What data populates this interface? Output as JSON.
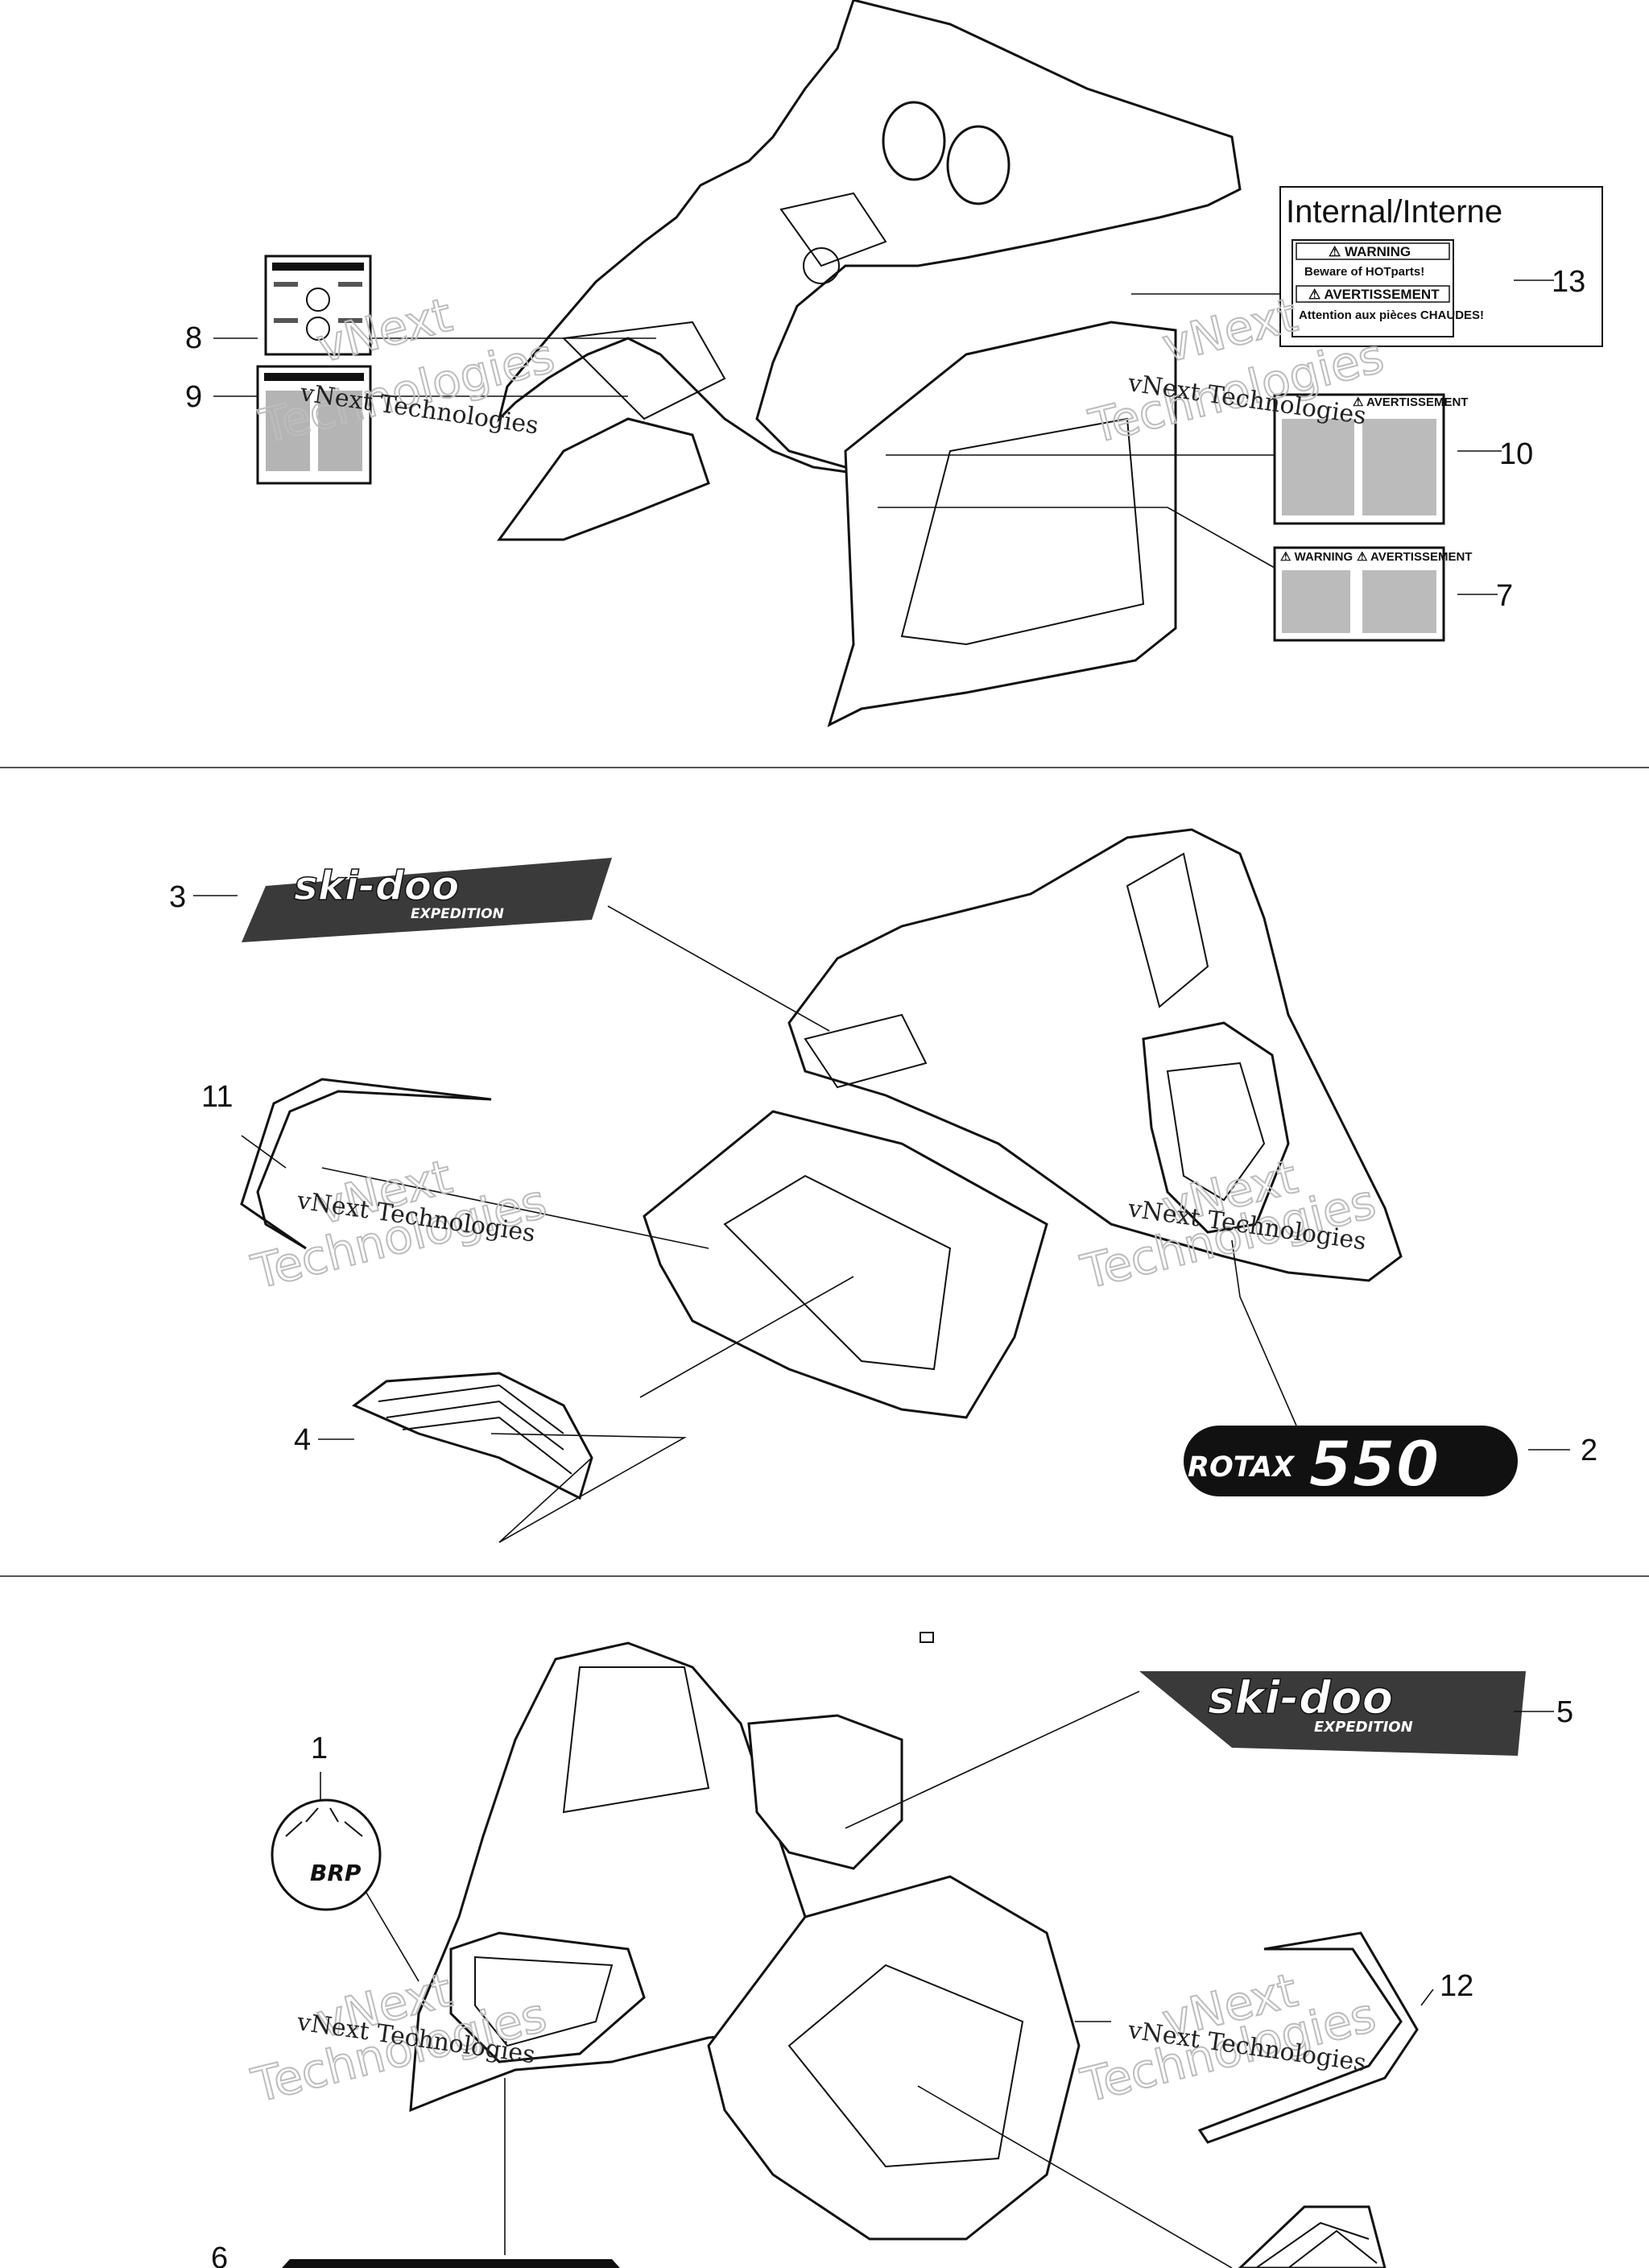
{
  "callouts": {
    "c1": "1",
    "c2": "2",
    "c3": "3",
    "c4": "4",
    "c5": "5",
    "c6": "6",
    "c7": "7",
    "c8": "8",
    "c9": "9",
    "c10": "10",
    "c11": "11",
    "c12": "12",
    "c13": "13"
  },
  "watermark": {
    "text": "vNext Technologies",
    "ghost_line1": "vNext",
    "ghost_line2": "Technologies"
  },
  "internal_label": {
    "heading": "Internal/Interne",
    "warning_title": "⚠ WARNING",
    "warning_text": "Beware of HOTparts!",
    "avert_title": "⚠ AVERTISSEMENT",
    "avert_text": "Attention aux pièces CHAUDES!"
  },
  "label_7": {
    "left_title": "⚠ WARNING",
    "right_title": "⚠ AVERTISSEMENT"
  },
  "label_10": {
    "right_title": "⚠ AVERTISSEMENT"
  },
  "decal_3": {
    "brand": "ski-doo",
    "sub": "EXPEDITION"
  },
  "decal_5": {
    "brand": "ski-doo",
    "sub": "EXPEDITION"
  },
  "decal_2": {
    "word": "ROTAX",
    "number": "550"
  },
  "decal_1": {
    "logo": "BRP"
  },
  "colors": {
    "ink": "#111111",
    "decal_dark": "#3a3a3a",
    "watermark_ghost": "#bdbdbd"
  }
}
